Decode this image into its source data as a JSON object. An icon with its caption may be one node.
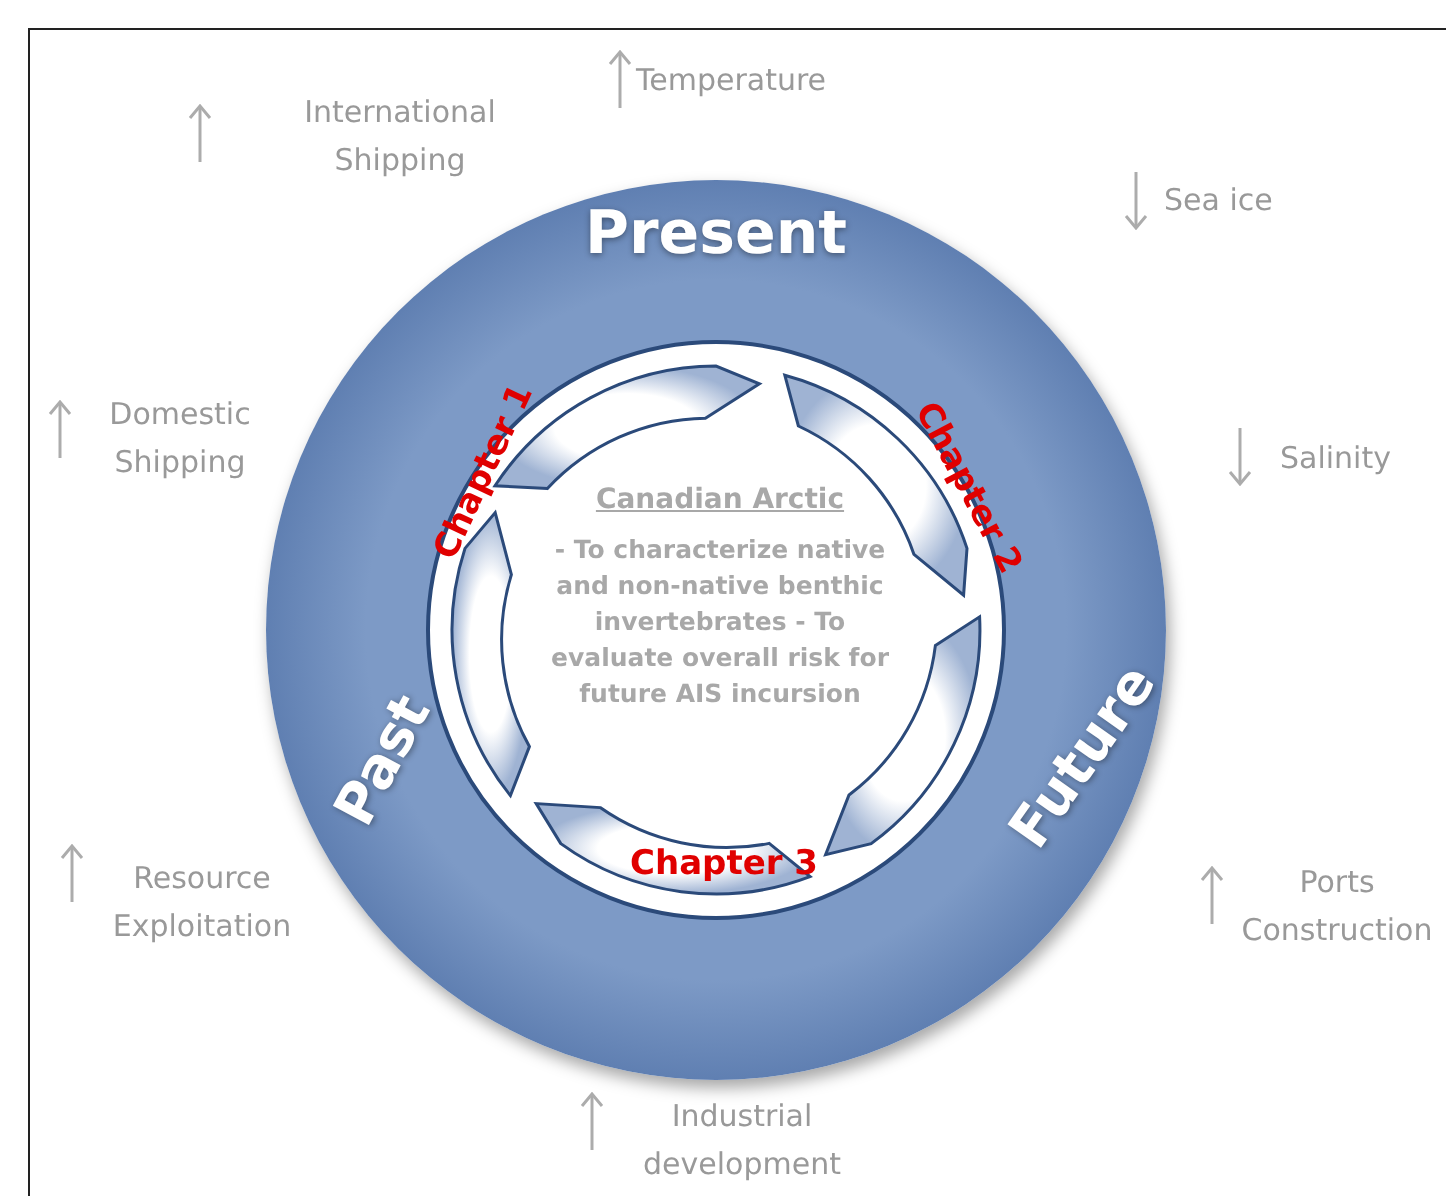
{
  "diagram": {
    "nodes": [
      {
        "text": [
          "Present",
          "Past",
          "Future"
        ]
      },
      {
        "text": [
          "Canadian Arctic",
          "- To characterize native and non-native benthic invertebrates - To evaluate overall risk for future AIS incursion"
        ],
        "in": 0
      }
    ],
    "labels": [
      "International Shipping",
      "Temperature",
      "Sea ice",
      "Domestic Shipping",
      "Salinity",
      "Chapter 1",
      "Chapter 2",
      "Chapter 3",
      "Resource Exploitation",
      "Ports Construction",
      "Industrial development"
    ]
  }
}
